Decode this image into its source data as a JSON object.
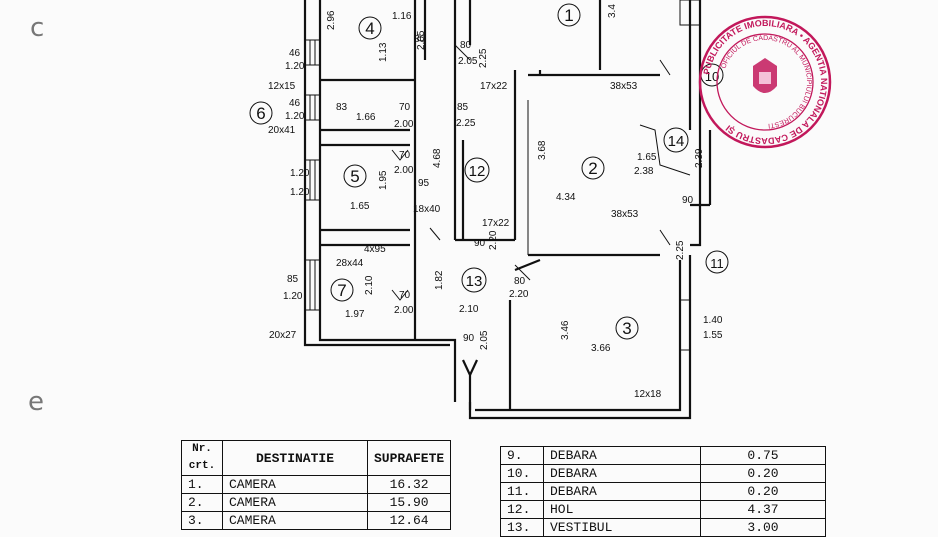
{
  "plan": {
    "rooms": [
      "1",
      "2",
      "3",
      "4",
      "5",
      "6",
      "7",
      "10",
      "11",
      "12",
      "13",
      "14"
    ],
    "dims": {
      "d_296": "2.96",
      "d_116": "1.16",
      "d_80a": "80",
      "d_205a": "2.05",
      "d_80b": "80",
      "d_205b": "2.05",
      "d_225a": "2.25",
      "d_113": "1.13",
      "d_46a": "46",
      "d_120a": "1.20",
      "d_12x15": "12x15",
      "d_46b": "46",
      "d_120b": "1.20",
      "d_20x41": "20x41",
      "d_83": "83",
      "d_166": "1.66",
      "d_70a": "70",
      "d_200a": "2.00",
      "d_85a": "85",
      "d_225b": "2.25",
      "d_17x22a": "17x22",
      "d_38x53a": "38x53",
      "d_368": "3.68",
      "d_468": "4.68",
      "d_120c": "1.20",
      "d_120d": "1.20",
      "d_70b": "70",
      "d_200b": "2.00",
      "d_195": "1.95",
      "d_95": "95",
      "d_165": "1.65",
      "d_18x40": "18x40",
      "d_434": "4.34",
      "d_17x22b": "17x22",
      "d_38x53b": "38x53",
      "d_165b": "1.65",
      "d_238": "2.38",
      "d_239": "2.39",
      "d_90a": "90",
      "d_4x95": "4x95",
      "d_28x44": "28x44",
      "d_90b": "90",
      "d_220a": "2.20",
      "d_225c": "2.25",
      "d_85b": "85",
      "d_120e": "1.20",
      "d_210": "2.10",
      "d_182": "1.82",
      "d_80c": "80",
      "d_220b": "2.20",
      "d_70c": "70",
      "d_200c": "2.00",
      "d_197": "1.97",
      "d_210b": "2.10",
      "d_346": "3.46",
      "d_366": "3.66",
      "d_140": "1.40",
      "d_155": "1.55",
      "d_20x27": "20x27",
      "d_90c": "90",
      "d_205c": "2.05",
      "d_12x18": "12x18",
      "d_34": "3.4"
    }
  },
  "stamp": {
    "outer_text": "PUBLICITATE IMOBILIARA • AGENTIA NATIONALA DE CADASTRU ȘI",
    "inner_text": "OFICIUL DE CADASTRU AL MUNICIPIULUI BUCURESTI",
    "color": "#c2185b"
  },
  "table1": {
    "headers": [
      "Nr.\ncrt.",
      "DESTINATIE",
      "SUPRAFETE"
    ],
    "rows": [
      [
        "1.",
        "CAMERA",
        "16.32"
      ],
      [
        "2.",
        "CAMERA",
        "15.90"
      ],
      [
        "3.",
        "CAMERA",
        "12.64"
      ]
    ]
  },
  "table2": {
    "rows": [
      [
        "9.",
        "DEBARA",
        "0.75"
      ],
      [
        "10.",
        "DEBARA",
        "0.20"
      ],
      [
        "11.",
        "DEBARA",
        "0.20"
      ],
      [
        "12.",
        "HOL",
        "4.37"
      ],
      [
        "13.",
        "VESTIBUL",
        "3.00"
      ]
    ]
  }
}
